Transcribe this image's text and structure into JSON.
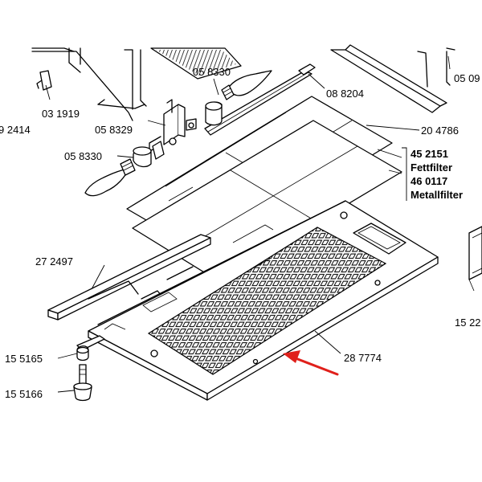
{
  "labels": {
    "p031919": "03 1919",
    "p058330a": "05 8330",
    "p058329": "05 8329",
    "p058330b": "05 8330",
    "p088204": "08 8204",
    "p204786": "20 4786",
    "p452151": "45 2151",
    "fettfilter": "Fettfilter",
    "p460117": "46 0117",
    "metallfilter": "Metallfilter",
    "p272497": "27 2497",
    "p287774": "28 7774",
    "p155165": "15 5165",
    "p155166": "15 5166",
    "p092414": "9 2414",
    "p0509": "05 09",
    "p1522": "15 22"
  },
  "colors": {
    "lines": "#000000",
    "arrow": "#e0201b",
    "background": "#ffffff"
  }
}
